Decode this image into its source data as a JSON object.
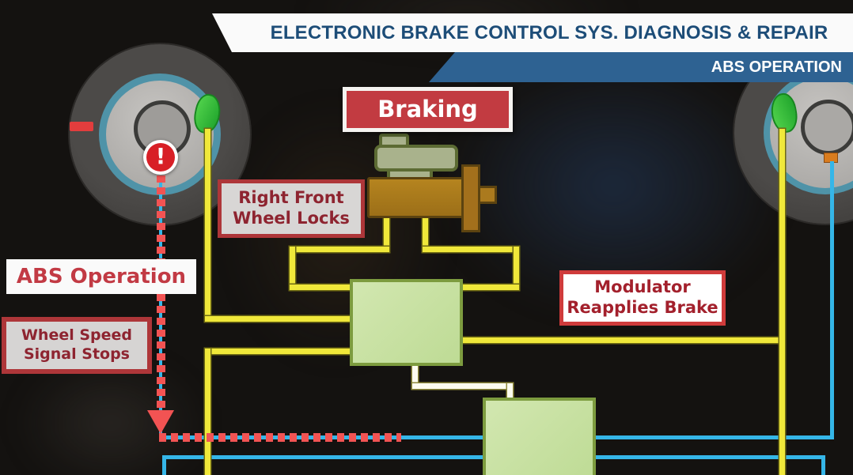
{
  "header": {
    "title": "ELECTRONIC BRAKE CONTROL SYS. DIAGNOSIS & REPAIR",
    "subtitle": "ABS OPERATION"
  },
  "callouts": {
    "braking": {
      "text": "Braking"
    },
    "right_front_wheel_locks": {
      "line1": "Right Front",
      "line2": "Wheel Locks"
    },
    "abs_operation": {
      "text": "ABS Operation"
    },
    "wheel_speed_signal_stops": {
      "line1": "Wheel Speed",
      "line2": "Signal Stops"
    },
    "modulator_reapplies_brake": {
      "line1": "Modulator",
      "line2": "Reapplies Brake"
    }
  },
  "icons": {
    "warning_glyph": "!"
  },
  "colors": {
    "header_band_blue": "#2e6292",
    "title_text_blue": "#1d4d78",
    "callout_red_bg": "#c23b41",
    "callout_dark_red_text": "#8e2430",
    "callout_bright_red_text": "#c23a44",
    "callout_border_red": "#ae3639",
    "panel_gray": "#d6d4d3",
    "brake_line_yellow": "#f0e83a",
    "brake_line_white": "#fdfcf0",
    "sensor_line_blue": "#35b6e8",
    "signal_dash_red": "#f25353",
    "modulator_green_fill": "#c8e0a2",
    "modulator_green_border": "#7d9c3f",
    "master_cylinder_brown": "#ab7a1e",
    "reservoir_sage": "#a9b28c",
    "wheel_ring_teal": "#4f93a8",
    "wheel_sensor_green": "#2eb832",
    "wheel_sensor_orange": "#d97c1e"
  }
}
